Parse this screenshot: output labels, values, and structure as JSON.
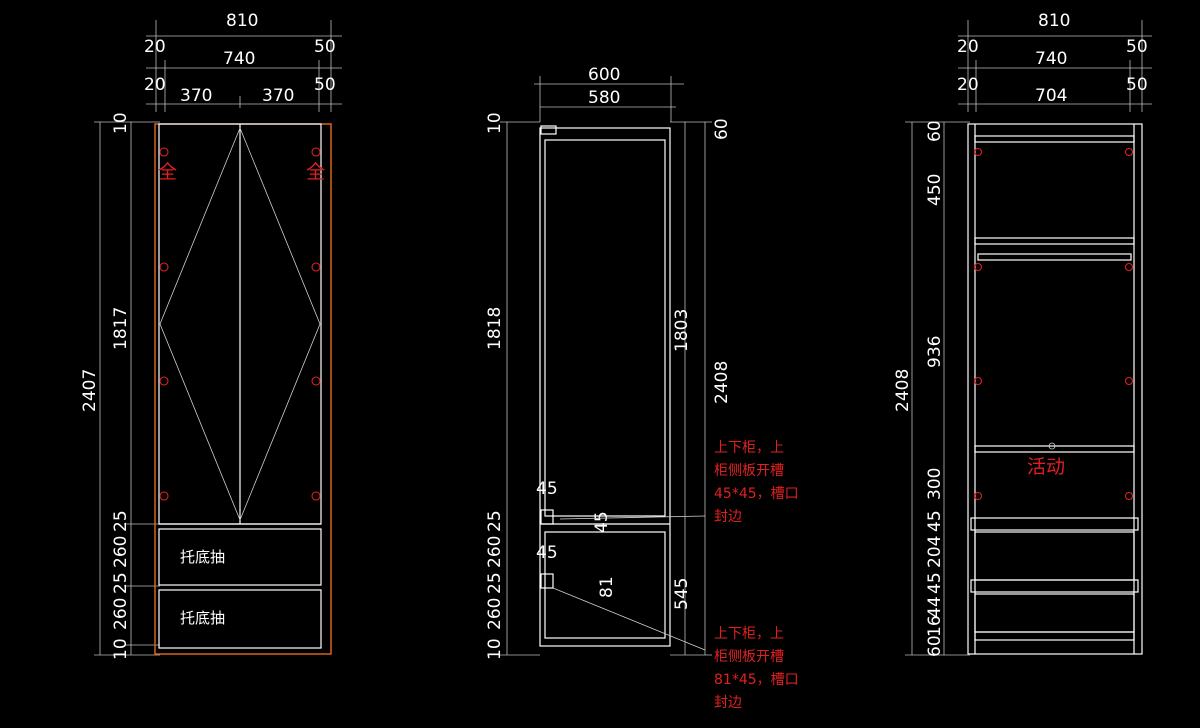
{
  "left_view": {
    "overall_width": "810",
    "side_gap_left": "20",
    "side_gap_right": "50",
    "door_total": "740",
    "door_left": "370",
    "door_right": "370",
    "height_total": "2407",
    "top_gap": "10",
    "door_height": "1817",
    "gap_1": "25",
    "drawer_1": "260",
    "gap_2": "25",
    "drawer_2": "260",
    "bottom_gap": "10",
    "drawer_label_1": "托底抽",
    "drawer_label_2": "托底抽",
    "hinge_mark_left": "全",
    "hinge_mark_right": "全"
  },
  "mid_view": {
    "depth_total": "600",
    "depth_inner": "580",
    "top_gap": "10",
    "upper_height": "1818",
    "gap_1": "25",
    "drawer_1": "260",
    "gap_2": "25",
    "drawer_2": "260",
    "bottom_gap": "10",
    "notch_1": "45",
    "notch_2": "45",
    "notch_3": "45",
    "notch_4": "81",
    "top_plinth": "60",
    "upper_inner": "1803",
    "total_height": "2408",
    "lower_inner": "545",
    "note_1": [
      "上下柜，上",
      "柜侧板开槽",
      "45*45，槽口",
      "封边"
    ],
    "note_2": [
      "上下柜，上",
      "柜侧板开槽",
      "81*45，槽口",
      "封边"
    ]
  },
  "right_view": {
    "overall_width": "810",
    "side_gap_left": "20",
    "side_gap_right": "50",
    "total_inner": "740",
    "side_gap_left_2": "20",
    "side_gap_right_2": "50",
    "inner_width": "704",
    "total_height": "2408",
    "h_60": "60",
    "h_450": "450",
    "h_936": "936",
    "h_300": "300",
    "h_45": "45",
    "h_204": "204",
    "h_45b": "45",
    "h_60b": "60",
    "h_16": "16",
    "h_44": "44",
    "movable_label": "活动"
  }
}
